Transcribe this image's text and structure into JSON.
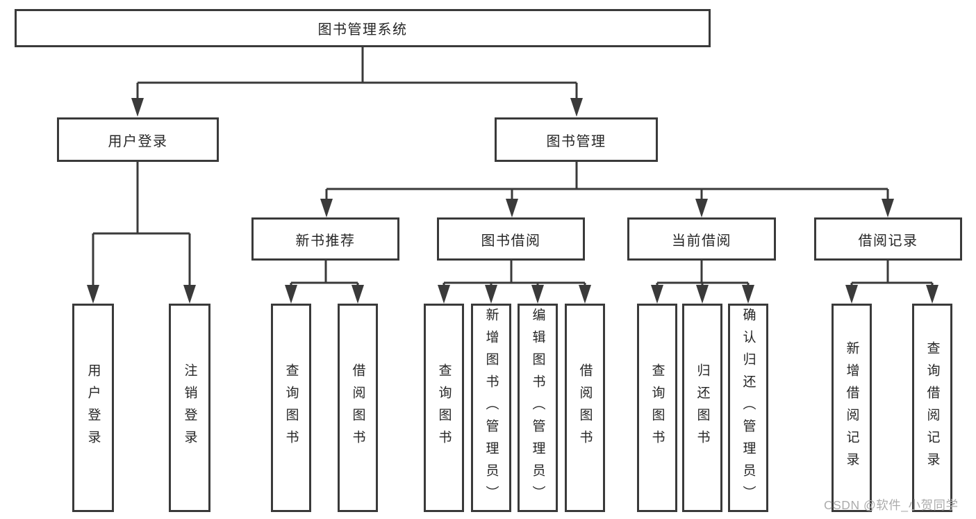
{
  "diagram": {
    "title_node": {
      "label": "图书管理系统"
    },
    "level2": [
      {
        "label": "用户登录"
      },
      {
        "label": "图书管理"
      }
    ],
    "level3": [
      {
        "label": "新书推荐"
      },
      {
        "label": "图书借阅"
      },
      {
        "label": "当前借阅"
      },
      {
        "label": "借阅记录"
      }
    ],
    "leaves": {
      "user_login": [
        {
          "label": "用户登录"
        },
        {
          "label": "注销登录"
        }
      ],
      "new_book": [
        {
          "label": "查询图书"
        },
        {
          "label": "借阅图书"
        }
      ],
      "book_borrow": [
        {
          "label": "查询图书"
        },
        {
          "label": "新增图书（管理员）"
        },
        {
          "label": "编辑图书（管理员）"
        },
        {
          "label": "借阅图书"
        }
      ],
      "current_borrow": [
        {
          "label": "查询图书"
        },
        {
          "label": "归还图书"
        },
        {
          "label": "确认归还（管理员）"
        }
      ],
      "borrow_records": [
        {
          "label": "新增借阅记录"
        },
        {
          "label": "查询借阅记录"
        }
      ]
    },
    "watermark": "CSDN @软件_小贺同学",
    "colors": {
      "line": "#3a3a3a",
      "text": "#262626",
      "watermark": "#acacac",
      "background": "#ffffff"
    }
  }
}
